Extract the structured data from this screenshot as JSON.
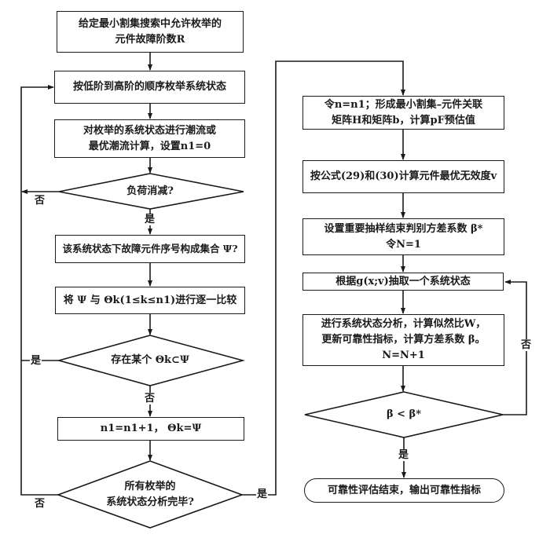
{
  "title": "最小割集重要抽样可靠性评估流程图",
  "left_column": {
    "step1": {
      "lines": [
        "给定最小割集搜索中允许枚举的",
        "元件故障阶数R"
      ]
    },
    "step2": {
      "lines": [
        "按低阶到高阶的顺序枚举系统状态"
      ]
    },
    "step3": {
      "lines": [
        "对枚举的系统状态进行潮流或",
        "最优潮流计算，设置n1=0"
      ]
    },
    "decision1": {
      "lines": [
        "负荷消减?"
      ],
      "yes": "是",
      "no": "否"
    },
    "step4": {
      "lines": [
        "该系统状态下故障元件序号构成集合 Ψ?"
      ]
    },
    "step5": {
      "lines": [
        "将 Ψ 与 Θk(1≤k≤n1)进行逐一比较"
      ]
    },
    "decision2": {
      "lines": [
        "存在某个 Θk⊂Ψ"
      ],
      "yes": "是",
      "no": "否"
    },
    "step6": {
      "lines": [
        "n1=n1+1，  Θk=Ψ"
      ]
    },
    "decision3": {
      "lines": [
        "所有枚举的",
        "系统状态分析完毕?"
      ],
      "yes": "是",
      "no": "否"
    }
  },
  "right_column": {
    "step7": {
      "lines": [
        "令n=n1；形成最小割集–元件关联",
        "矩阵H和矩阵b，计算pF预估值"
      ]
    },
    "step8": {
      "lines": [
        "按公式(29)和(30)计算元件最优无效度v"
      ]
    },
    "step9": {
      "lines": [
        "设置重要抽样结束判别方差系数 β*",
        "令N=1"
      ]
    },
    "step10": {
      "lines": [
        "根据g(x;v)抽取一个系统状态"
      ]
    },
    "step11": {
      "lines": [
        "进行系统状态分析，计算似然比W，",
        "更新可靠性指标，计算方差系数 β。",
        "N=N+1"
      ]
    },
    "decision4": {
      "lines": [
        "β < β*"
      ],
      "yes": "是",
      "no": "否"
    },
    "terminal": {
      "lines": [
        "可靠性评估结束，输出可靠性指标"
      ]
    }
  }
}
